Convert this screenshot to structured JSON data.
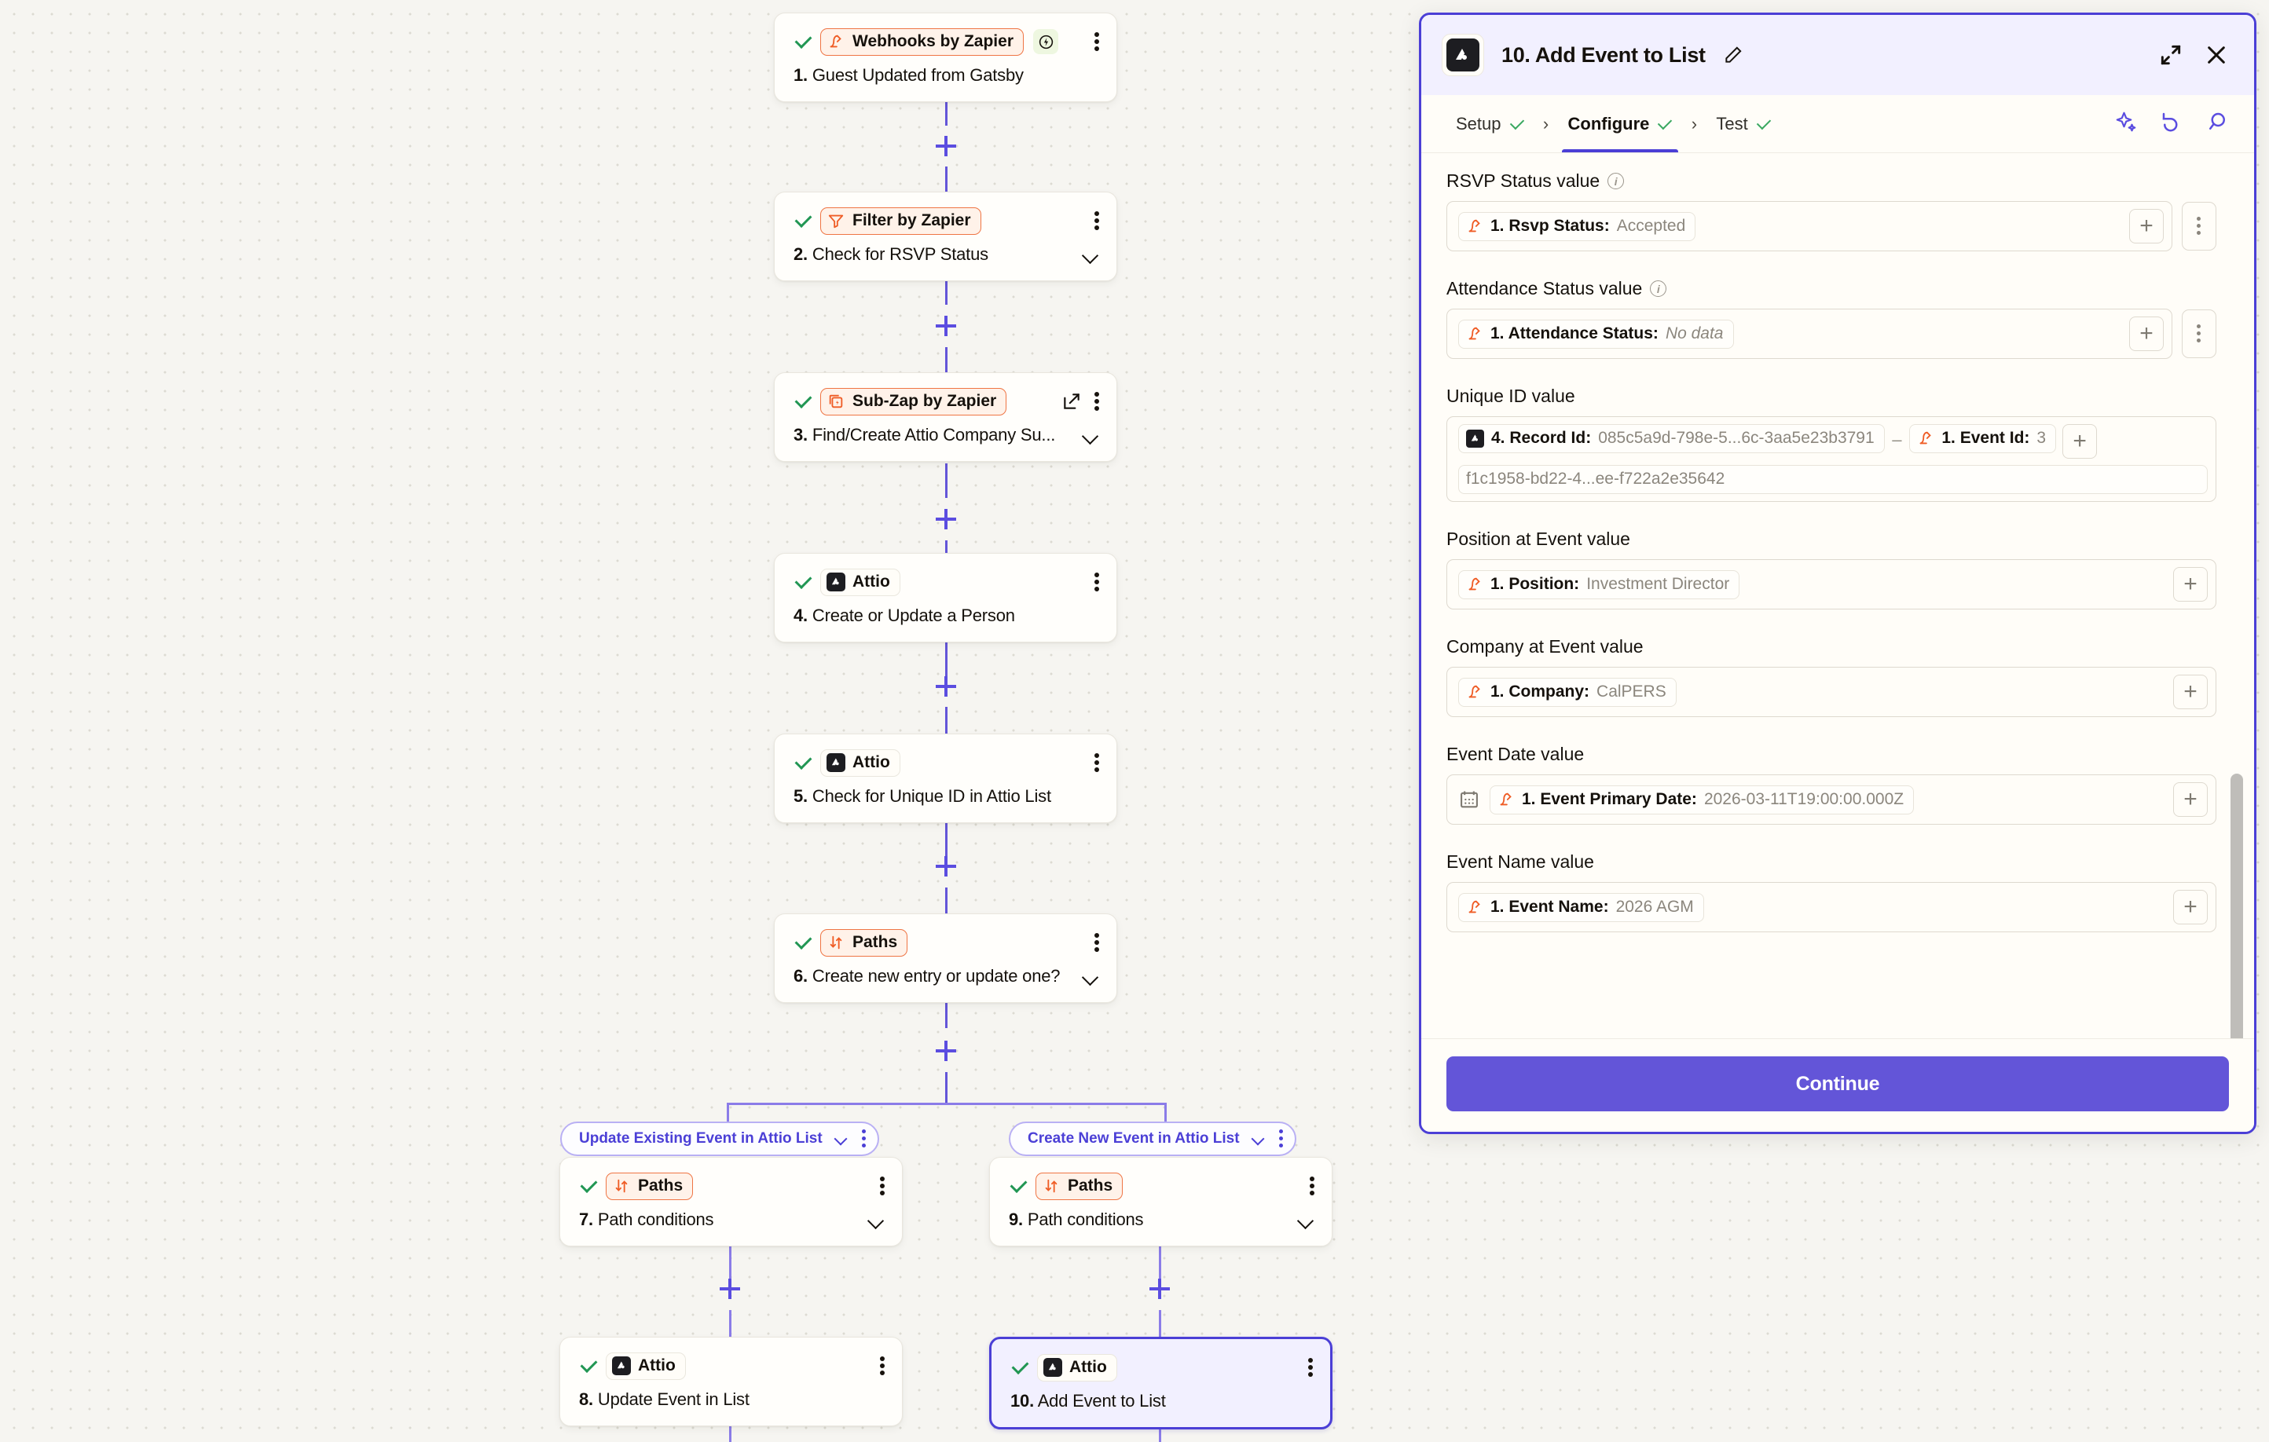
{
  "canvas": {
    "nodes": [
      {
        "id": "n1",
        "app": "Webhooks by Zapier",
        "app_style": "orange",
        "icon": "zapier-webhooks-icon",
        "badge": "instant-bolt-icon",
        "title_num": "1.",
        "title": "Guest Updated from Gatsby",
        "status": "checked",
        "has_chevron": false,
        "has_external": false
      },
      {
        "id": "n2",
        "app": "Filter by Zapier",
        "app_style": "orange",
        "icon": "filter-icon",
        "title_num": "2.",
        "title": "Check for RSVP Status",
        "status": "checked",
        "has_chevron": true,
        "has_external": false
      },
      {
        "id": "n3",
        "app": "Sub-Zap by Zapier",
        "app_style": "orange",
        "icon": "sub-zap-icon",
        "title_num": "3.",
        "title": "Find/Create Attio Company Su...",
        "status": "checked",
        "has_chevron": true,
        "has_external": true
      },
      {
        "id": "n4",
        "app": "Attio",
        "app_style": "plain",
        "icon": "attio-icon",
        "title_num": "4.",
        "title": "Create or Update a Person",
        "status": "checked",
        "has_chevron": false,
        "has_external": false
      },
      {
        "id": "n5",
        "app": "Attio",
        "app_style": "plain",
        "icon": "attio-icon",
        "title_num": "5.",
        "title": "Check for Unique ID in Attio List",
        "status": "checked",
        "has_chevron": false,
        "has_external": false
      },
      {
        "id": "n6",
        "app": "Paths",
        "app_style": "orange",
        "icon": "paths-icon",
        "title_num": "6.",
        "title": "Create new entry or update one?",
        "status": "checked",
        "has_chevron": true,
        "has_external": false
      },
      {
        "id": "n7",
        "app": "Paths",
        "app_style": "orange",
        "icon": "paths-icon",
        "title_num": "7.",
        "title": "Path conditions",
        "status": "checked",
        "has_chevron": true,
        "has_external": false
      },
      {
        "id": "n8",
        "app": "Attio",
        "app_style": "plain",
        "icon": "attio-icon",
        "title_num": "8.",
        "title": "Update Event in List",
        "status": "checked",
        "has_chevron": false,
        "has_external": false
      },
      {
        "id": "n9",
        "app": "Paths",
        "app_style": "orange",
        "icon": "paths-icon",
        "title_num": "9.",
        "title": "Path conditions",
        "status": "checked",
        "has_chevron": true,
        "has_external": false
      },
      {
        "id": "n10",
        "app": "Attio",
        "app_style": "plain",
        "icon": "attio-icon",
        "title_num": "10.",
        "title": "Add Event to List",
        "status": "checked",
        "has_chevron": false,
        "has_external": false,
        "selected": true
      }
    ],
    "paths": [
      {
        "label": "Update Existing Event in Attio List"
      },
      {
        "label": "Create New Event in Attio List"
      }
    ],
    "colors": {
      "connector": "#6355d8",
      "accent": "#4b3fd6",
      "orange": "#ef7544",
      "check": "#219653"
    }
  },
  "panel": {
    "header": {
      "title": "10. Add Event to List",
      "logo": "attio-icon",
      "edit_icon": "pencil-icon",
      "expand_icon": "expand-icon",
      "close_icon": "close-icon"
    },
    "tabs": [
      {
        "label": "Setup",
        "checked": true,
        "active": false
      },
      {
        "label": "Configure",
        "checked": true,
        "active": true
      },
      {
        "label": "Test",
        "checked": true,
        "active": false
      }
    ],
    "tab_actions": [
      "ai-sparkle-icon",
      "undo-icon",
      "search-icon"
    ],
    "fields": [
      {
        "label": "RSVP Status value",
        "has_info": true,
        "has_dots": true,
        "tokens": [
          {
            "icon": "zapier-icon",
            "label": "1. Rsvp Status:",
            "value": "Accepted"
          }
        ]
      },
      {
        "label": "Attendance Status value",
        "has_info": true,
        "has_dots": true,
        "tokens": [
          {
            "icon": "zapier-icon",
            "label": "1. Attendance Status:",
            "value": "No data",
            "italic": true
          }
        ]
      },
      {
        "label": "Unique ID value",
        "has_info": false,
        "has_dots": false,
        "wrap": true,
        "tokens": [
          {
            "icon": "attio-icon",
            "label": "4. Record Id:",
            "value": "085c5a9d-798e-5...6c-3aa5e23b3791"
          },
          {
            "join": "_"
          },
          {
            "icon": "zapier-icon",
            "label": "1. Event Id:",
            "value": "3"
          },
          {
            "plain_value": "f1c1958-bd22-4...ee-f722a2e35642"
          }
        ]
      },
      {
        "label": "Position at Event value",
        "has_info": false,
        "has_dots": false,
        "tokens": [
          {
            "icon": "zapier-icon",
            "label": "1. Position:",
            "value": "Investment Director"
          }
        ]
      },
      {
        "label": "Company at Event value",
        "has_info": false,
        "has_dots": false,
        "tokens": [
          {
            "icon": "zapier-icon",
            "label": "1. Company:",
            "value": "CalPERS"
          }
        ]
      },
      {
        "label": "Event Date value",
        "has_info": false,
        "has_dots": false,
        "leading_icon": "calendar-icon",
        "tokens": [
          {
            "icon": "zapier-icon",
            "label": "1. Event Primary Date:",
            "value": "2026-03-11T19:00:00.000Z"
          }
        ]
      },
      {
        "label": "Event Name value",
        "has_info": false,
        "has_dots": false,
        "tokens": [
          {
            "icon": "zapier-icon",
            "label": "1. Event Name:",
            "value": "2026 AGM"
          }
        ]
      }
    ],
    "footer": {
      "continue_label": "Continue"
    }
  }
}
